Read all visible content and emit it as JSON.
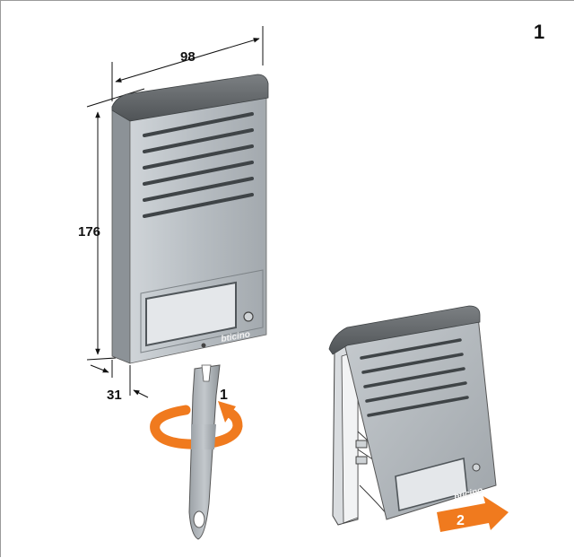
{
  "page": {
    "number": "1"
  },
  "dimensions": {
    "width": "98",
    "height": "176",
    "depth": "31"
  },
  "device": {
    "brand": "bticino"
  },
  "steps": {
    "rotate": "1",
    "pull": "2"
  },
  "colors": {
    "panel": "#b8bec4",
    "cap": "#5f6366",
    "arrow": "#f07a1e",
    "line": "#111111"
  }
}
